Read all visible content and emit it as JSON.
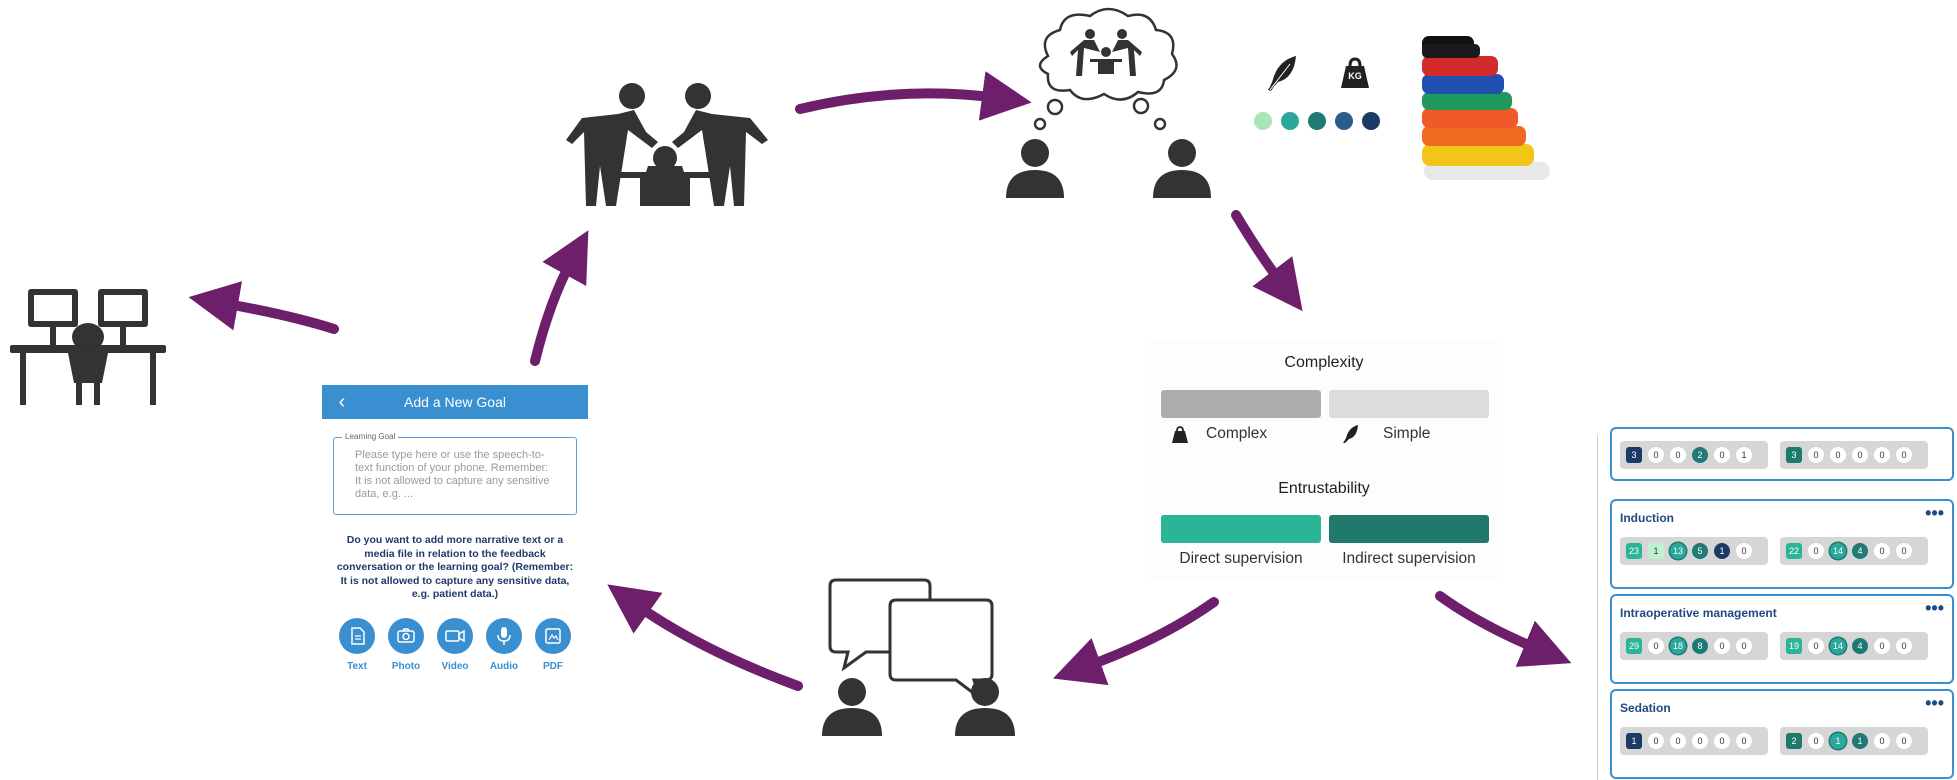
{
  "phone": {
    "title": "Add a New Goal",
    "field_label": "Learning Goal",
    "field_placeholder": "Please type here or use the speech-to-text function of your phone. Remember: It is not allowed to capture any sensitive data, e.g. ...",
    "note": "Do you want to add more narrative text or a media file in relation to the feedback conversation or the learning goal? (Remember: It is not allowed to capture any sensitive data, e.g. patient data.)",
    "media_buttons": [
      {
        "label": "Text",
        "icon": "document-icon"
      },
      {
        "label": "Photo",
        "icon": "camera-icon"
      },
      {
        "label": "Video",
        "icon": "video-icon"
      },
      {
        "label": "Audio",
        "icon": "microphone-icon"
      },
      {
        "label": "PDF",
        "icon": "pdf-icon"
      }
    ]
  },
  "weights": {
    "light_icon": "feather-icon",
    "heavy_icon": "kg-weight-icon",
    "heavy_text": "KG",
    "scale_colors": [
      "#a8e6b8",
      "#2aa89a",
      "#1e7a74",
      "#2a5c8e",
      "#1b3a66"
    ]
  },
  "complexity_panel": {
    "complexity_title": "Complexity",
    "complex_label": "Complex",
    "simple_label": "Simple",
    "complex_color": "#adadad",
    "simple_color": "#dcdcdc",
    "entrust_title": "Entrustability",
    "direct_label": "Direct supervision",
    "indirect_label": "Indirect supervision",
    "direct_color": "#2bb597",
    "indirect_color": "#1f7a6c"
  },
  "dashboard": {
    "cards": [
      {
        "title": "",
        "left": [
          "3",
          "0",
          "0",
          "2",
          "0",
          "1"
        ],
        "right": [
          "3",
          "0",
          "0",
          "0",
          "0",
          "0"
        ]
      },
      {
        "title": "Induction",
        "left": [
          "23",
          "1",
          "13",
          "5",
          "1",
          "0"
        ],
        "right": [
          "22",
          "0",
          "14",
          "4",
          "0",
          "0"
        ]
      },
      {
        "title": "Intraoperative management",
        "left": [
          "29",
          "0",
          "18",
          "8",
          "0",
          "0"
        ],
        "right": [
          "19",
          "0",
          "14",
          "4",
          "0",
          "0"
        ]
      },
      {
        "title": "Sedation",
        "left": [
          "1",
          "0",
          "0",
          "0",
          "0",
          "0"
        ],
        "right": [
          "2",
          "0",
          "1",
          "1",
          "0",
          "0"
        ]
      }
    ],
    "more_label": "•••"
  },
  "colors": {
    "arrow": "#6e1f6b",
    "icon": "#333333",
    "header_blue": "#3a8fd0",
    "card_border": "#3a8fd0"
  }
}
